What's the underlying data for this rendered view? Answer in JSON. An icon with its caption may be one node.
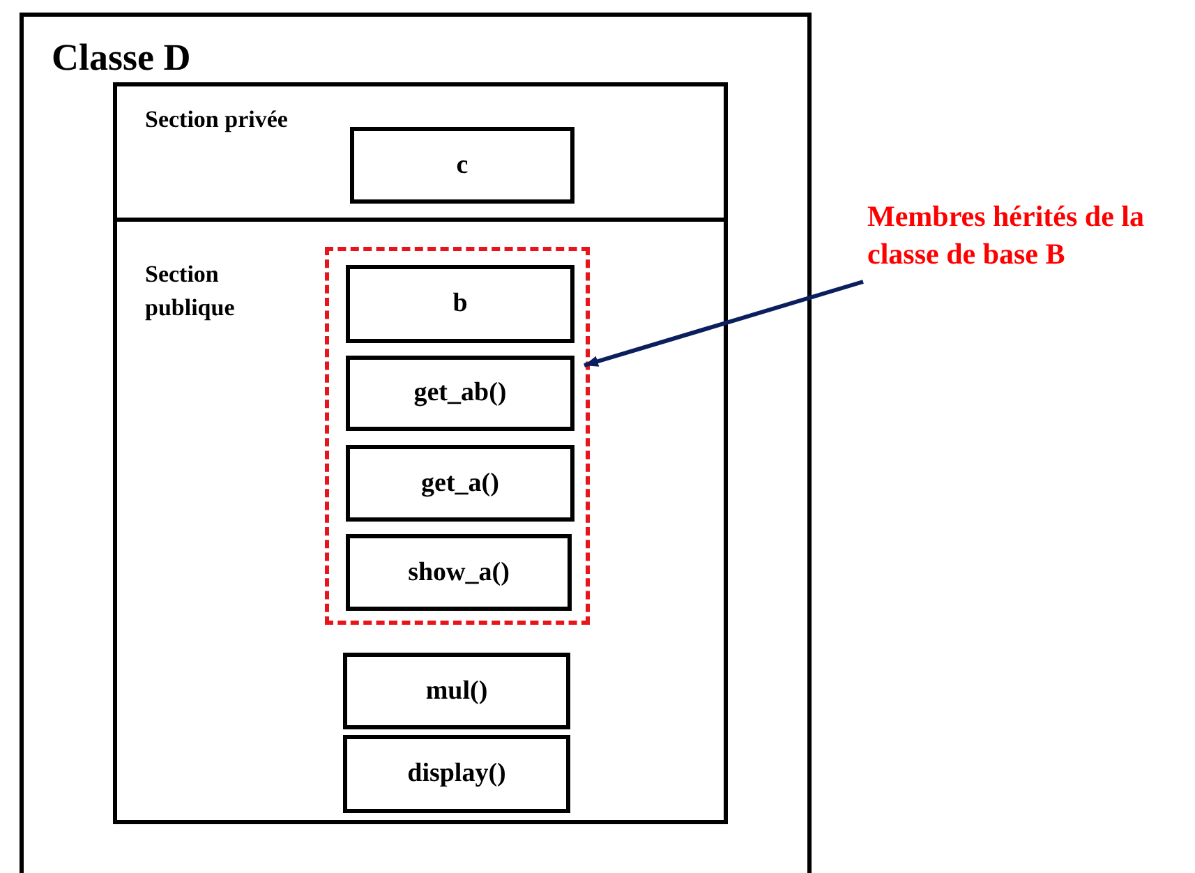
{
  "diagram": {
    "nodes": [
      {
        "text": [
          "Classe D"
        ]
      },
      {
        "text": [
          "Section privée"
        ],
        "in": 0
      },
      {
        "text": [
          "c"
        ],
        "in": 1
      },
      {
        "text": [
          "Section publique"
        ],
        "in": 0
      },
      {
        "text": [],
        "shape": "box",
        "in": 3
      },
      {
        "text": [
          "b"
        ],
        "in": 4
      },
      {
        "text": [
          "get_ab()"
        ],
        "in": 4
      },
      {
        "text": [
          "get_a()"
        ],
        "in": 4
      },
      {
        "text": [
          "show_a()"
        ],
        "in": 4
      },
      {
        "text": [
          "mul()"
        ],
        "in": 3
      },
      {
        "text": [
          "display()"
        ],
        "in": 3
      },
      {
        "text": [
          "Membres hérités de la classe de base B"
        ]
      }
    ],
    "edges": [
      {
        "from": 11,
        "to": 4,
        "arrow": "to",
        "color": "#0b1f5e"
      }
    ]
  }
}
